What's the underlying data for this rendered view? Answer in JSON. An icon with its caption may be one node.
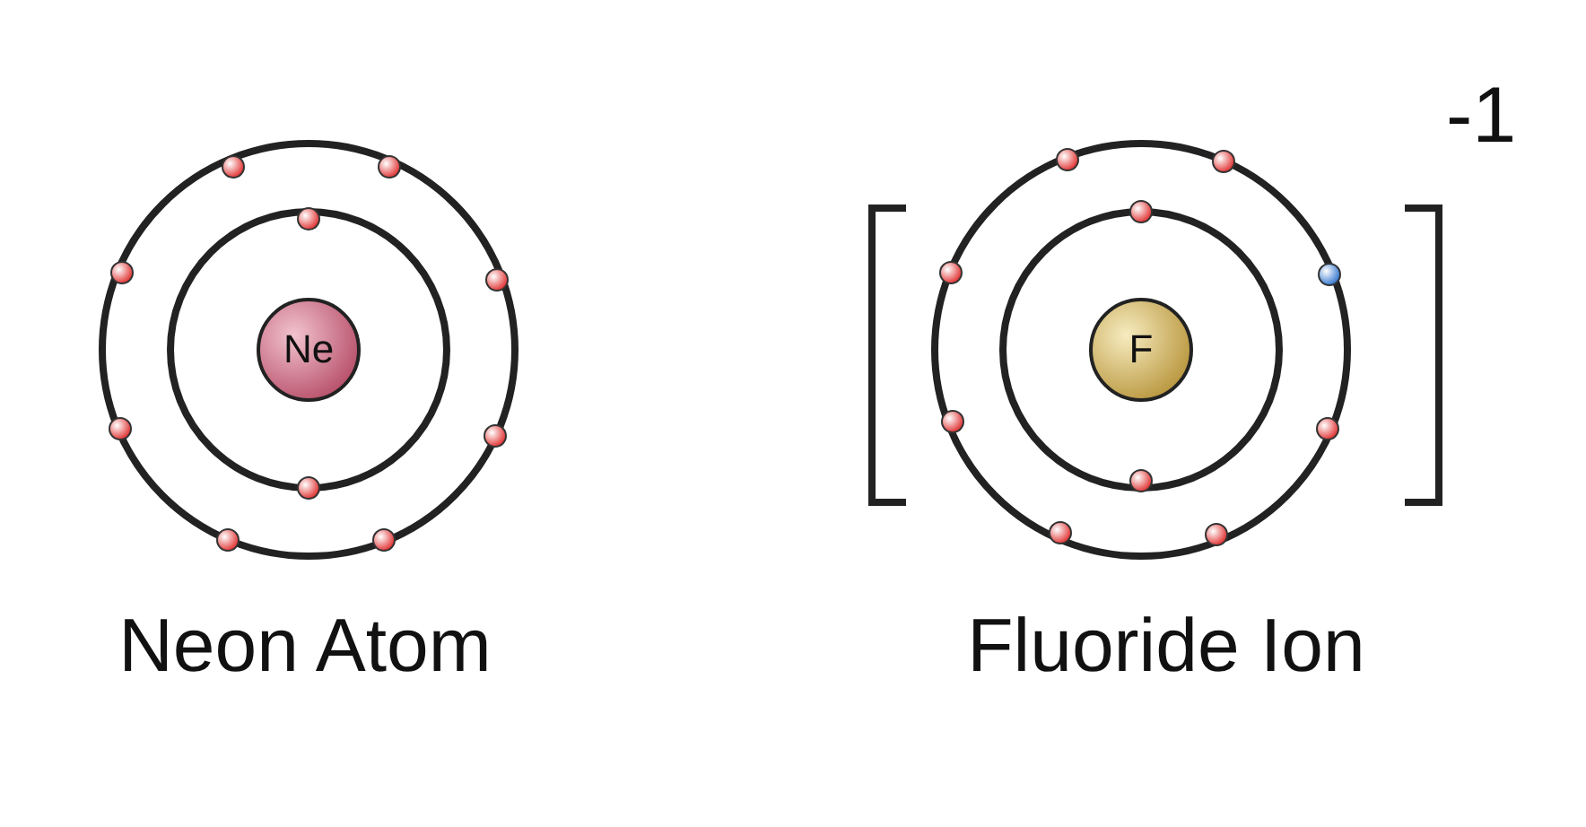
{
  "diagram": {
    "nodes": [
      {
        "text": [
          "Ne"
        ]
      },
      {
        "text": [
          "F"
        ]
      }
    ],
    "labels": [
      "-1",
      "Neon Atom",
      "Fluoride Ion"
    ]
  }
}
